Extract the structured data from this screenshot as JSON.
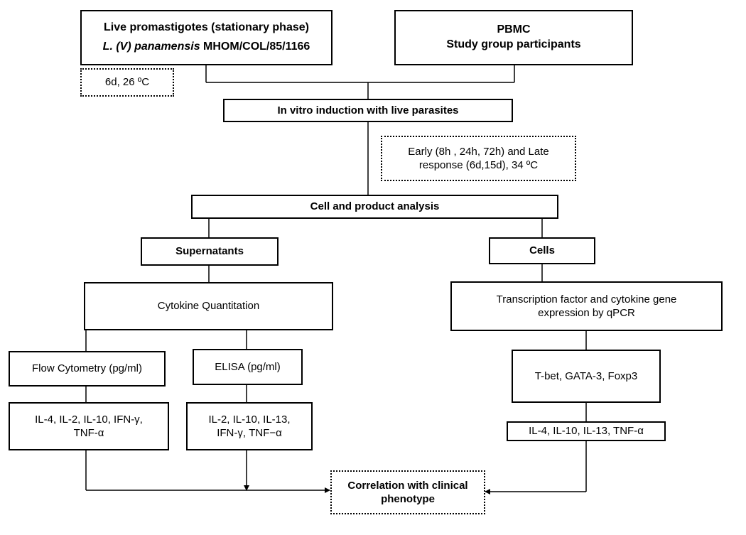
{
  "nodes": {
    "promastigotes": {
      "line1": "Live promastigotes (stationary phase)",
      "species_italic": "L. (V) panamensis",
      "strain": "MHOM/COL/85/1166"
    },
    "pbmc": {
      "line1": "PBMC",
      "line2": "Study group participants"
    },
    "culture_conditions": "6d, 26 ºC",
    "induction": "In vitro induction with live parasites",
    "timepoints": {
      "line1": "Early (8h , 24h, 72h) and Late",
      "line2": "response (6d,15d), 34 ºC"
    },
    "analysis": "Cell and product analysis",
    "supernatants": "Supernatants",
    "cells": "Cells",
    "cytokine_quantitation": "Cytokine Quantitation",
    "transcription": {
      "line1": "Transcription factor and cytokine gene",
      "line2": "expression by qPCR"
    },
    "flow_cytometry": "Flow Cytometry (pg/ml)",
    "elisa": "ELISA (pg/ml)",
    "tfactors": "T-bet, GATA-3, Foxp3",
    "flow_cytokines": {
      "line1": "IL-4, IL-2, IL-10, IFN-γ,",
      "line2": "TNF-α"
    },
    "elisa_cytokines": {
      "line1": "IL-2, IL-10, IL-13,",
      "line2": "IFN-γ, TNF−α"
    },
    "qpcr_cytokines": "IL-4, IL-10, IL-13, TNF-α",
    "correlation": {
      "line1": "Correlation with clinical",
      "line2": "phenotype"
    }
  }
}
